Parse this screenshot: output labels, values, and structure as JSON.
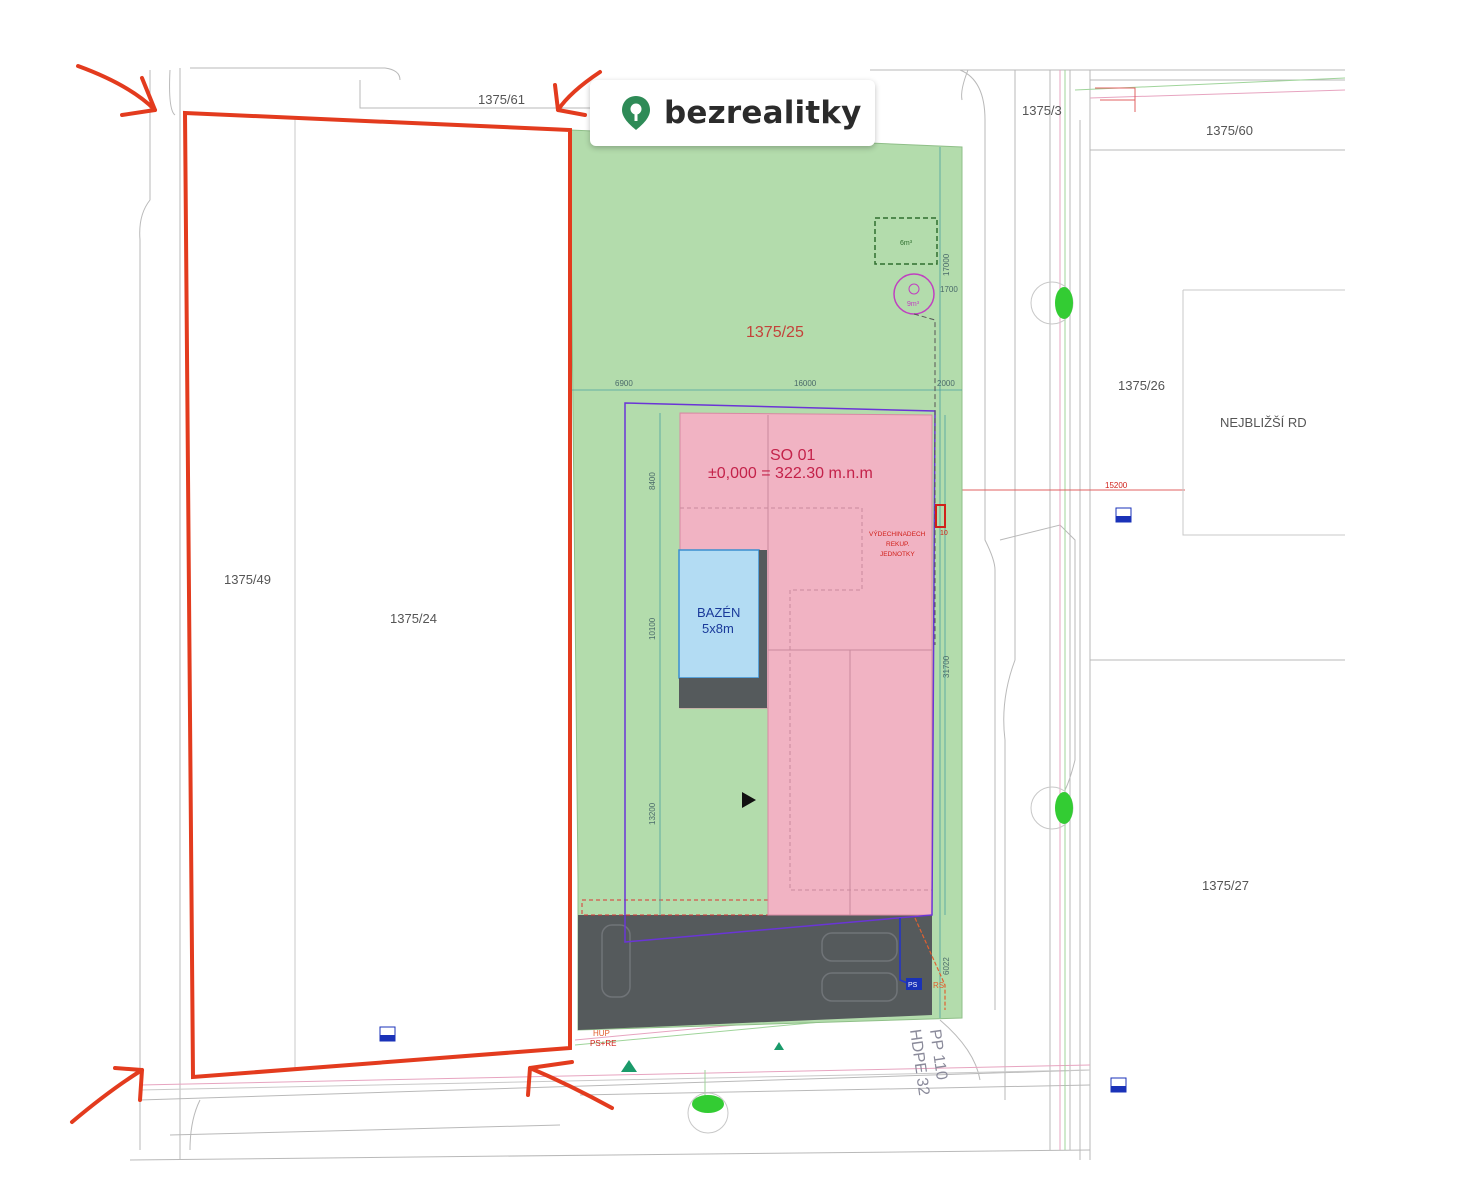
{
  "brand": {
    "name": "bezrealitky",
    "colors": {
      "logo_green": "#2e8b57",
      "text": "#2b2b2b"
    }
  },
  "colors": {
    "plot_green": "#b3dcac",
    "building_pink": "#f1b3c3",
    "pool_blue": "#b3dcf3",
    "paving_dark": "#555a5c",
    "boundary_red": "#e33b1e",
    "purple_line": "#6a35d6"
  },
  "parcels": {
    "p61": "1375/61",
    "p3": "1375/3",
    "p60": "1375/60",
    "p25": "1375/25",
    "p26": "1375/26",
    "p49": "1375/49",
    "p24": "1375/24",
    "p27": "1375/27"
  },
  "nearest_house": "NEJBLIŽŠÍ RD",
  "building": {
    "name": "SO 01",
    "elevation": "±0,000 = 322.30 m.n.m",
    "unit_note_1": "VÝDECHINADECH",
    "unit_note_2": "REKUP.",
    "unit_note_3": "JEDNOTKY"
  },
  "pool": {
    "name": "BAZÉN",
    "size": "5x8m"
  },
  "small_labels": {
    "area6": "6m³",
    "area9": "9m³",
    "hup": "HUP",
    "ps_re": "PS+RE",
    "rs": "RS",
    "pp": "PP 110",
    "hdpe": "HDPE 32",
    "ten": "10",
    "ps": "PS"
  },
  "dimensions": {
    "d6900": "6900",
    "d16000": "16000",
    "d2000": "2000",
    "d17000": "17000",
    "d1700": "1700",
    "d8400": "8400",
    "d10100": "10100",
    "d13200": "13200",
    "d31700": "31700",
    "d6022": "6022",
    "d15200": "15200"
  }
}
